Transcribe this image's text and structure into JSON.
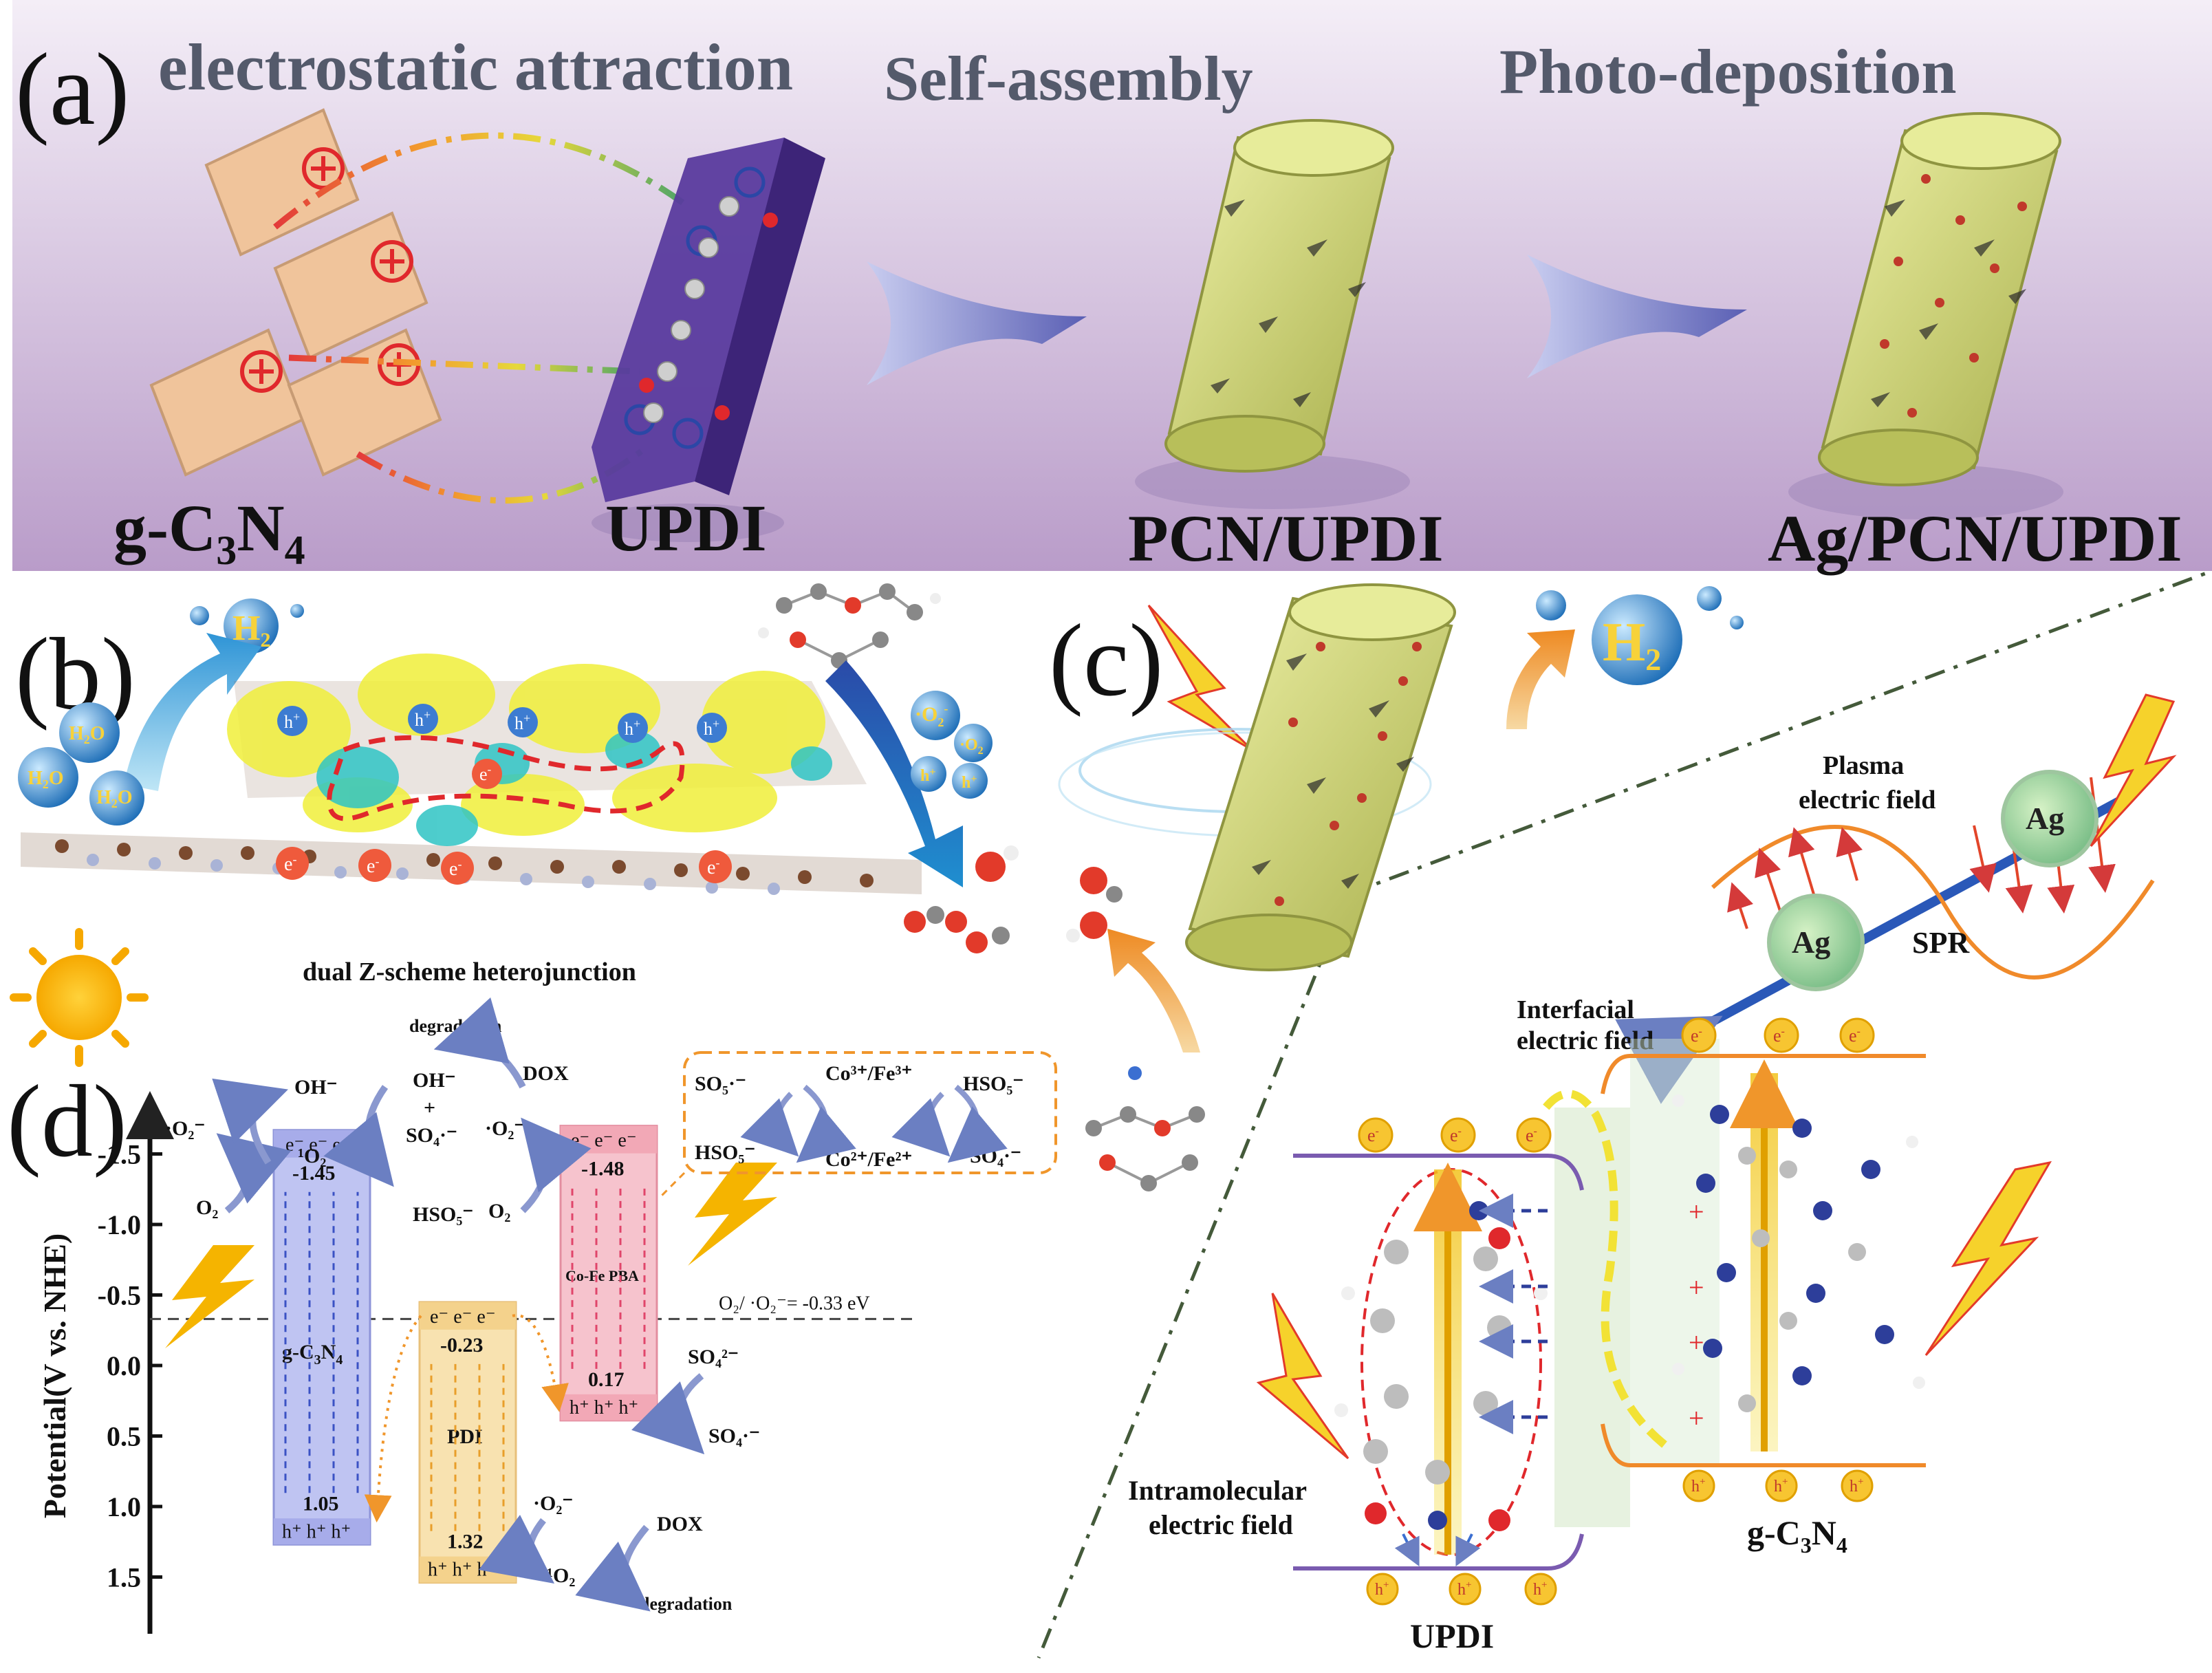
{
  "panel_a": {
    "letter": "(a)",
    "headers": [
      "electrostatic attraction",
      "Self-assembly",
      "Photo-deposition"
    ],
    "captions": {
      "gcn_main": "g-C",
      "gcn_sub1": "3",
      "gcn_mid": "N",
      "gcn_sub2": "4",
      "updi": "UPDI",
      "pcn_updi": "PCN/UPDI",
      "ag_pcn_updi": "Ag/PCN/UPDI"
    }
  },
  "panel_b": {
    "letter": "(b)",
    "h2": "H",
    "h2_sub": "2",
    "h2o": "H",
    "h2o_sub": "2",
    "h2o_o": "O",
    "hole": "h",
    "hole_sup": "+",
    "electron": "e",
    "electron_sup": "-",
    "o2rad": "·O",
    "o2rad_sub": "2",
    "o2rad_sup": "-"
  },
  "panel_c": {
    "letter": "(c)",
    "h2": "H",
    "h2_sub": "2",
    "plasma_line1": "Plasma",
    "plasma_line2": "electric field",
    "spr": "SPR",
    "ag": "Ag",
    "interfacial_line1": "Interfacial",
    "interfacial_line2": "electric field",
    "intramolecular_line1": "Intramolecular",
    "intramolecular_line2": "electric field",
    "updi": "UPDI",
    "gcn_main": "g-C",
    "gcn_sub1": "3",
    "gcn_mid": "N",
    "gcn_sub2": "4",
    "electron": "e",
    "electron_sup": "-",
    "hole": "h",
    "hole_sup": "+",
    "plus": "+"
  },
  "panel_d": {
    "letter": "(d)",
    "title": "dual Z-scheme heterojunction",
    "ylabel": "Potential(V vs. NHE)",
    "ticks": [
      "-1.5",
      "-1.0",
      "-0.5",
      "0.0",
      "0.5",
      "1.0",
      "1.5"
    ],
    "ref_line": "O₂/ ·O₂⁻= -0.33 eV",
    "gcn": {
      "cb": "-1.45",
      "vb": "1.05",
      "label_main": "g-C",
      "label_sub1": "3",
      "label_mid": "N",
      "label_sub2": "4"
    },
    "pdi": {
      "cb": "-0.23",
      "vb": "1.32",
      "label": "PDI"
    },
    "cofe": {
      "cb": "-1.48",
      "vb": "0.17",
      "label": "Co-Fe PBA"
    },
    "electrons": "e⁻ e⁻ e⁻",
    "holes": "h⁺ h⁺ h⁺",
    "species": {
      "o2rad": "·O₂⁻",
      "o2": "O₂",
      "oh": "OH⁻",
      "singlet": "¹O₂",
      "oh2": "OH⁻",
      "plus": "+",
      "so4rad": "SO₄·⁻",
      "hso5": "HSO₅⁻",
      "o2rad2": "·O₂⁻",
      "o2_2": "O₂",
      "degradation_top": "degradation",
      "dox_top": "DOX",
      "so4_2": "SO₄²⁻",
      "so4rad2": "SO₄·⁻",
      "o2rad3": "·O₂⁻",
      "singlet2": "¹O₂",
      "dox_bottom": "DOX",
      "degradation_bottom": "degradation"
    },
    "box": {
      "so5rad": "SO₅·⁻",
      "hso5_left": "HSO₅⁻",
      "co3fe3": "Co³⁺/Fe³⁺",
      "co2fe2": "Co²⁺/Fe²⁺",
      "hso5_right": "HSO₅⁻",
      "so4rad": "SO₄·⁻"
    }
  },
  "colors": {
    "band_bg": "#d9c8e6",
    "gcn_band": "#bfc4f2",
    "pdi_band": "#f8e2b0",
    "cofe_band": "#f6c3cd",
    "arrow_blue": "#8a98cf",
    "electron_yellow": "#f7c531",
    "cylinder_green": "#d9de7c",
    "updi_purple": "#5a3b9e"
  }
}
